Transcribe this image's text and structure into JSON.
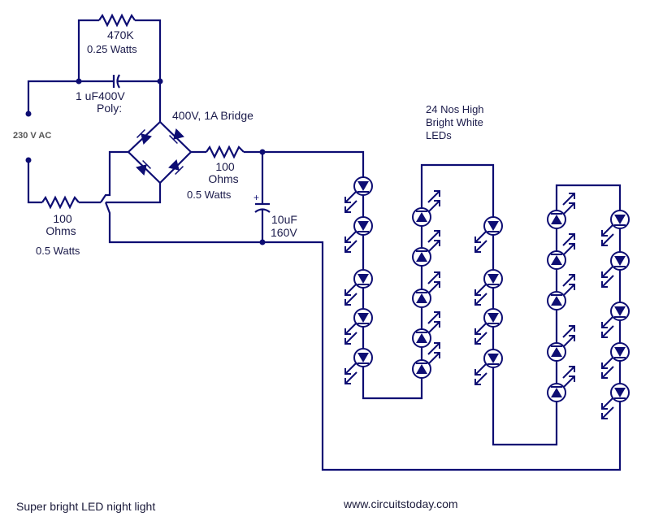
{
  "colors": {
    "wire": "#0d0d73",
    "text": "#1a1a4a"
  },
  "labels": {
    "r1_value": "470K",
    "r1_power": "0.25 Watts",
    "c1_value": "1 uF400V",
    "c1_type": "Poly:",
    "source": "230 V AC",
    "bridge": "400V, 1A Bridge",
    "r2_value": "100",
    "r2_unit": "Ohms",
    "r2_power": "0.5 Watts",
    "r3_value": "100",
    "r3_unit": "Ohms",
    "r3_power": "0.5 Watts",
    "c2_value": "10uF",
    "c2_voltage": "160V",
    "leds_line1": "24 Nos High",
    "leds_line2": "Bright White",
    "leds_line3": "LEDs"
  },
  "footer": {
    "title": "Super bright LED night light",
    "website": "www.circuitstoday.com"
  },
  "led_columns": [
    {
      "direction": "down",
      "count": 5
    },
    {
      "direction": "up",
      "count": 5
    },
    {
      "direction": "down",
      "count": 4
    },
    {
      "direction": "up",
      "count": 5
    },
    {
      "direction": "down",
      "count": 5
    }
  ],
  "led_total": 24
}
